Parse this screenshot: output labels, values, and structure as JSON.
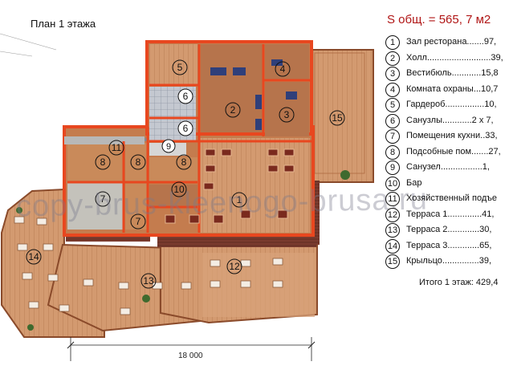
{
  "title": "План 1 этажа",
  "area_total": "S общ. = 565, 7 м2",
  "legend": [
    {
      "num": "1",
      "label": "Зал ресторана.......97,"
    },
    {
      "num": "2",
      "label": "Холл..........................39,"
    },
    {
      "num": "3",
      "label": "Вестибюль............15,8"
    },
    {
      "num": "4",
      "label": "Комната охраны...10,7"
    },
    {
      "num": "5",
      "label": "Гардероб................10,"
    },
    {
      "num": "6",
      "label": "Санузлы............2 x 7,"
    },
    {
      "num": "7",
      "label": "Помещения кухни..33,"
    },
    {
      "num": "8",
      "label": "Подсобные пом.......27,"
    },
    {
      "num": "9",
      "label": "Санузел.................1,"
    },
    {
      "num": "10",
      "label": "Бар"
    },
    {
      "num": "11",
      "label": "Хозяйственный подъе"
    },
    {
      "num": "12",
      "label": "Терраса 1..............41,"
    },
    {
      "num": "13",
      "label": "Терраса 2.............30,"
    },
    {
      "num": "14",
      "label": "Терраса 3.............65,"
    },
    {
      "num": "15",
      "label": "Крыльцо...............39,"
    }
  ],
  "floor_total": "Итого 1 этаж:  429,4",
  "dimension": "18 000",
  "watermark": "copy-brus-kleenogo-brusa.ru",
  "colors": {
    "wall": "#e8471f",
    "floor": "#c98a5a",
    "wood": "#a8623c",
    "terrace": "#d9a27a",
    "brick": "#7a3b2e"
  }
}
